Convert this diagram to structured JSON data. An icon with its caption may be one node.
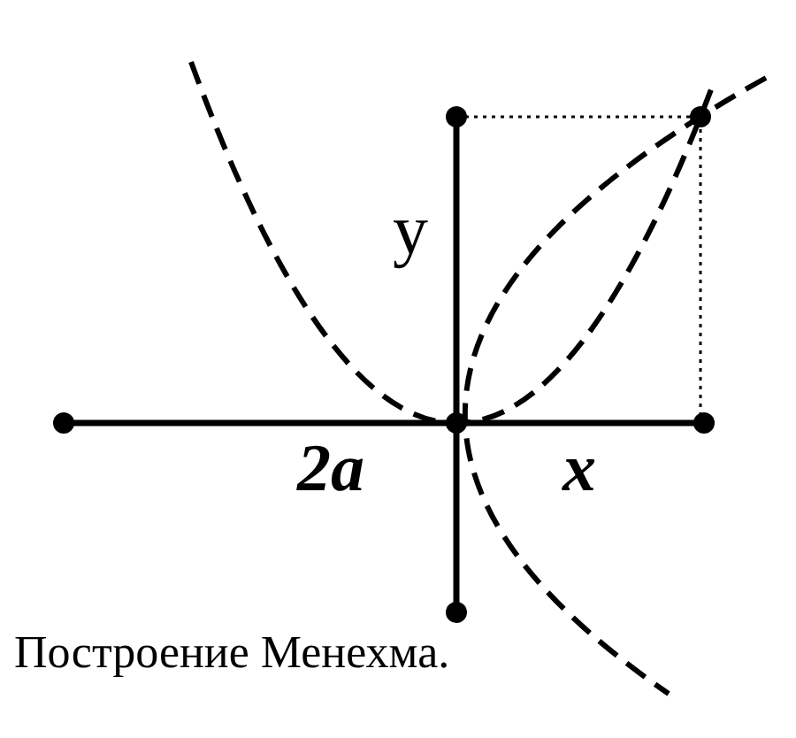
{
  "diagram": {
    "caption": "Построение Менехма.",
    "labels": [
      "y",
      "2a",
      "x"
    ]
  }
}
